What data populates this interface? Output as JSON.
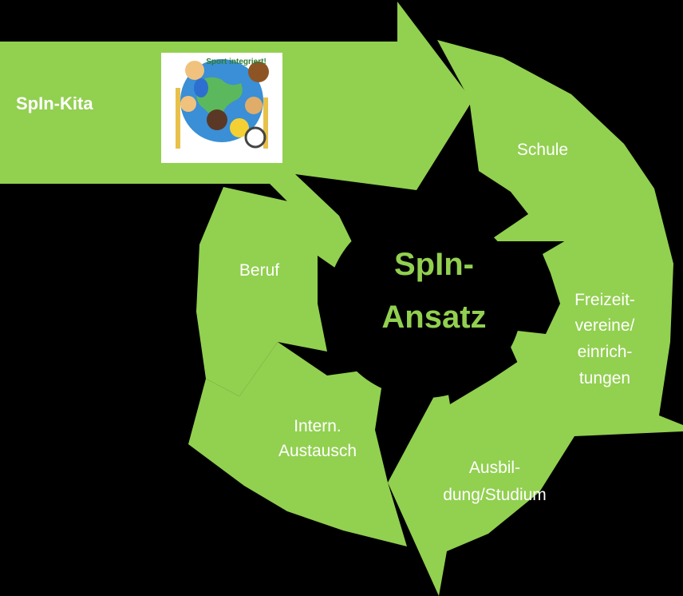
{
  "colors": {
    "background": "#000000",
    "arrow": "#92d050",
    "text": "#ffffff",
    "center_text": "#92d050"
  },
  "diagram": {
    "start_label": "SpIn-Kita",
    "logo_text": "Sport integriert!",
    "center_lines": [
      "SpIn-",
      "Ansatz"
    ],
    "stages": [
      {
        "lines": [
          "Schule"
        ]
      },
      {
        "lines": [
          "Freizeit-",
          "vereine/",
          "einrich-",
          "tungen"
        ]
      },
      {
        "lines": [
          "Ausbil-",
          "dung/Studium"
        ]
      },
      {
        "lines": [
          "Intern.",
          "Austausch"
        ]
      },
      {
        "lines": [
          "Beruf"
        ]
      }
    ]
  }
}
